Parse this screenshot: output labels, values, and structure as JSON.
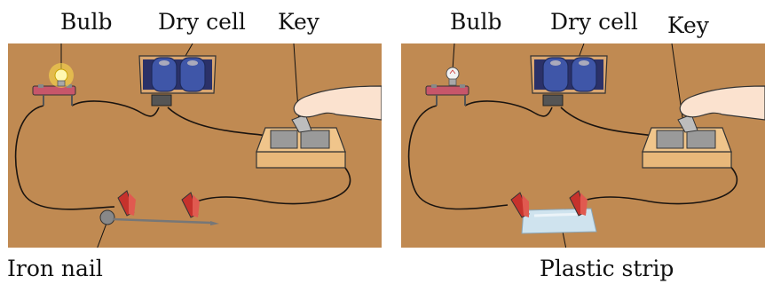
{
  "left_panel": {
    "labels": {
      "bulb": "Bulb",
      "dry_cell": "Dry cell",
      "key": "Key",
      "material": "Iron nail"
    },
    "bulb_state": "glowing"
  },
  "right_panel": {
    "labels": {
      "bulb": "Bulb",
      "dry_cell": "Dry cell",
      "key": "Key",
      "material": "Plastic strip"
    },
    "bulb_state": "off"
  },
  "colors": {
    "board": "#c08a52",
    "battery": "#3f56a8",
    "bulb_glow": "#ffe24a",
    "clip": "#c6322c",
    "switch_base": "#e8b87a"
  }
}
